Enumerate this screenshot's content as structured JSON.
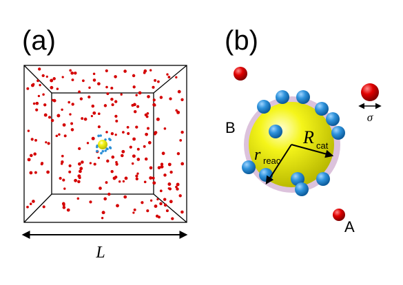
{
  "panel_a": {
    "label": "(a)",
    "length_label": "L"
  },
  "panel_b": {
    "label": "(b)",
    "label_B": "B",
    "label_A": "A",
    "sigma_label": "σ",
    "r_label": "r",
    "r_sub": "reac",
    "R_label": "R",
    "R_sub": "cat"
  },
  "colors": {
    "solvent_particle": "#d40000",
    "reactant_particle": "#2b8fd6",
    "catalyst": "#f2f200",
    "reaction_shell": "#d9b8d9",
    "box_edges": "#000000"
  }
}
